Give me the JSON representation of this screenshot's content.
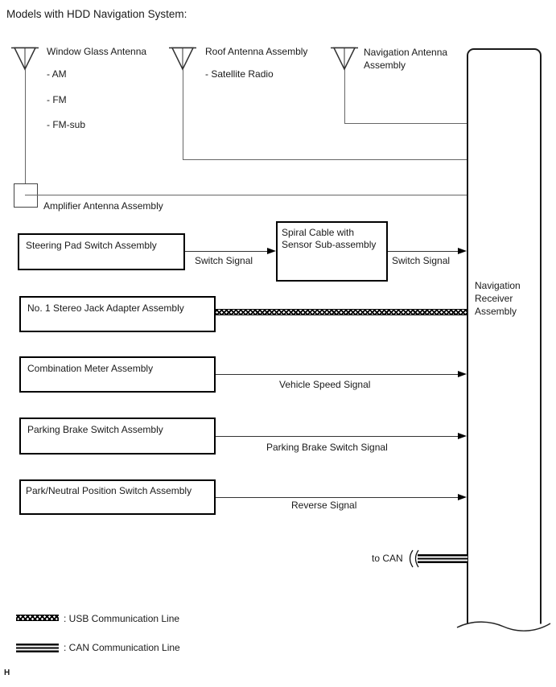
{
  "title": "Models with HDD Navigation System:",
  "antennas": {
    "window": {
      "label": "Window Glass Antenna",
      "items": [
        "- AM",
        "- FM",
        "- FM-sub"
      ]
    },
    "roof": {
      "label": "Roof Antenna Assembly",
      "items": [
        "- Satellite Radio"
      ]
    },
    "nav": {
      "label": "Navigation Antenna Assembly"
    }
  },
  "amplifier": {
    "label": "Amplifier Antenna Assembly"
  },
  "receiver": {
    "label": "Navigation Receiver Assembly"
  },
  "components": {
    "steering": "Steering Pad Switch Assembly",
    "spiral": "Spiral Cable with Sensor Sub-assembly",
    "stereo_jack": "No. 1 Stereo Jack Adapter Assembly",
    "combination_meter": "Combination Meter Assembly",
    "parking_brake": "Parking Brake Switch Assembly",
    "park_neutral": "Park/Neutral Position Switch Assembly"
  },
  "signals": {
    "switch_signal_1": "Switch Signal",
    "switch_signal_2": "Switch Signal",
    "vehicle_speed": "Vehicle Speed Signal",
    "parking_brake": "Parking Brake Switch Signal",
    "reverse": "Reverse Signal",
    "to_can": "to CAN"
  },
  "legend": {
    "usb": ": USB Communication Line",
    "can": ": CAN Communication Line"
  },
  "footer": "H",
  "colors": {
    "line": "#666666",
    "text": "#1a1a1a",
    "border": "#000000"
  }
}
